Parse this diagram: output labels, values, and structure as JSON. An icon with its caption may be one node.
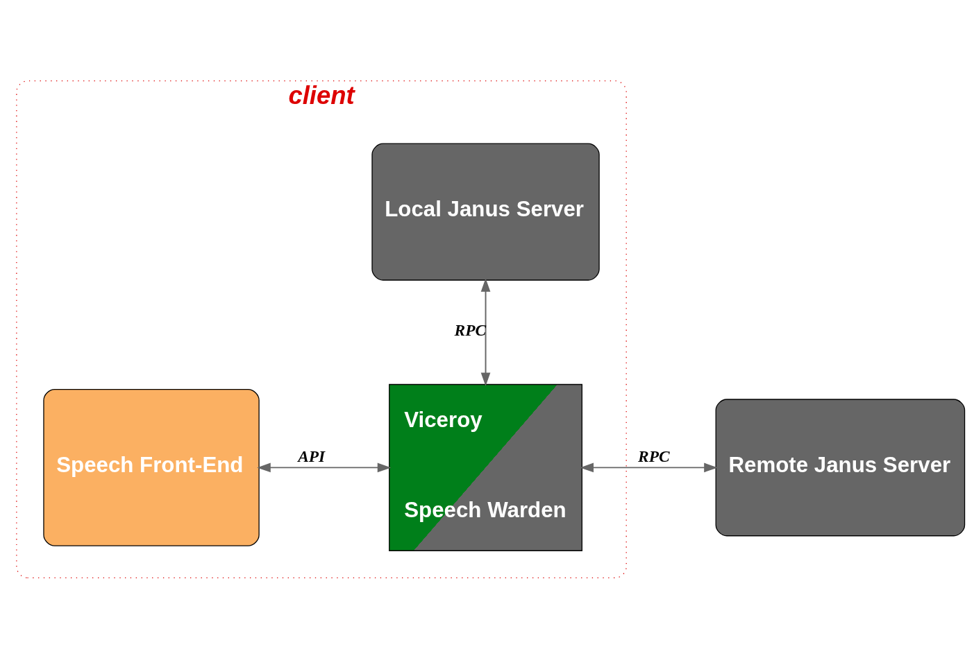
{
  "diagram": {
    "nodes": [
      {
        "text": [
          "client"
        ]
      },
      {
        "text": [
          "Speech Front-End"
        ],
        "in": 0
      },
      {
        "text": [
          "Viceroy",
          "Speech Warden"
        ],
        "in": 0
      },
      {
        "text": [
          "Remote Janus Server"
        ]
      },
      {
        "text": [
          "Local Janus Server"
        ],
        "in": 0
      }
    ],
    "edges": [
      {
        "from": 1,
        "to": 2,
        "arrow": "both",
        "label": "API"
      },
      {
        "from": 2,
        "to": 3,
        "arrow": "both",
        "label": "RPC"
      },
      {
        "from": 2,
        "to": 4,
        "arrow": "both",
        "label": "RPC"
      }
    ]
  }
}
